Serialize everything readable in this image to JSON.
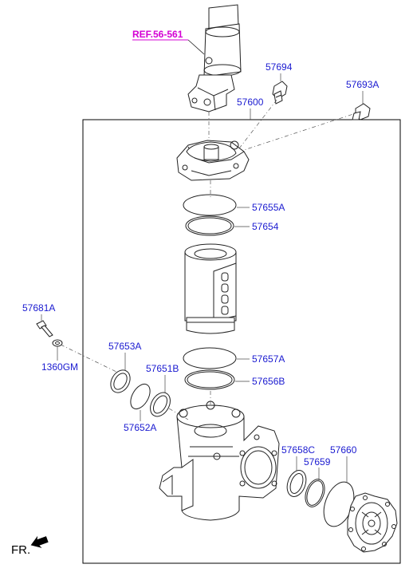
{
  "ref_label": "REF.56-561",
  "direction_label": "FR.",
  "parts": {
    "p57694": "57694",
    "p57693A": "57693A",
    "p57600": "57600",
    "p57655A": "57655A",
    "p57654": "57654",
    "p57681A": "57681A",
    "p1360GM": "1360GM",
    "p57653A": "57653A",
    "p57651B": "57651B",
    "p57657A": "57657A",
    "p57656B": "57656B",
    "p57652A": "57652A",
    "p57658C": "57658C",
    "p57659": "57659",
    "p57660": "57660"
  },
  "colors": {
    "label": "#1a1ad0",
    "reference": "#d400d4",
    "line": "#222222"
  }
}
